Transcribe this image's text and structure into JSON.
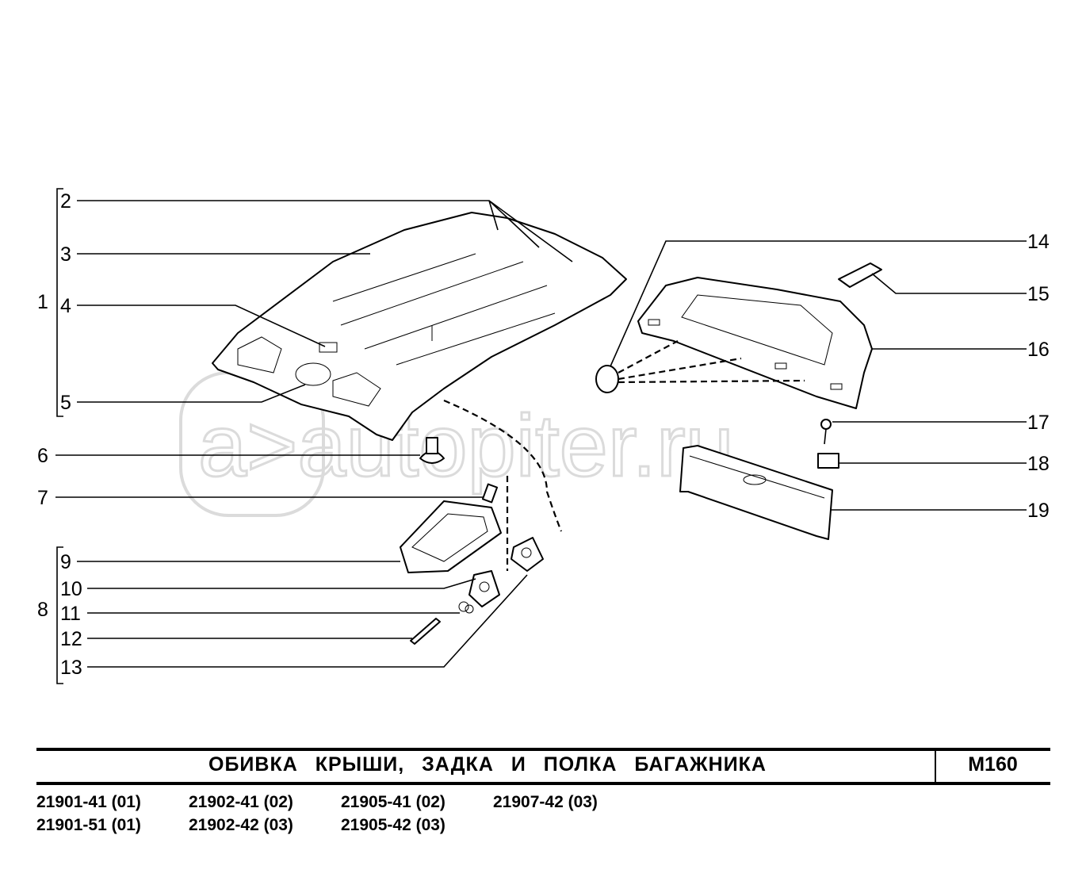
{
  "watermark": "autopiter.ru",
  "callouts": {
    "n1": "1",
    "n2": "2",
    "n3": "3",
    "n4": "4",
    "n5": "5",
    "n6": "6",
    "n7": "7",
    "n8": "8",
    "n9": "9",
    "n10": "10",
    "n11": "11",
    "n12": "12",
    "n13": "13",
    "n14": "14",
    "n15": "15",
    "n16": "16",
    "n17": "17",
    "n18": "18",
    "n19": "19"
  },
  "title_block": {
    "title": "ОБИВКА КРЫШИ, ЗАДКА И ПОЛКА БАГАЖНИКА",
    "code": "M160"
  },
  "models": [
    "21901-41 (01)",
    "21902-41 (02)",
    "21905-41 (02)",
    "21907-42 (03)",
    "21901-51 (01)",
    "21902-42 (03)",
    "21905-42 (03)"
  ]
}
